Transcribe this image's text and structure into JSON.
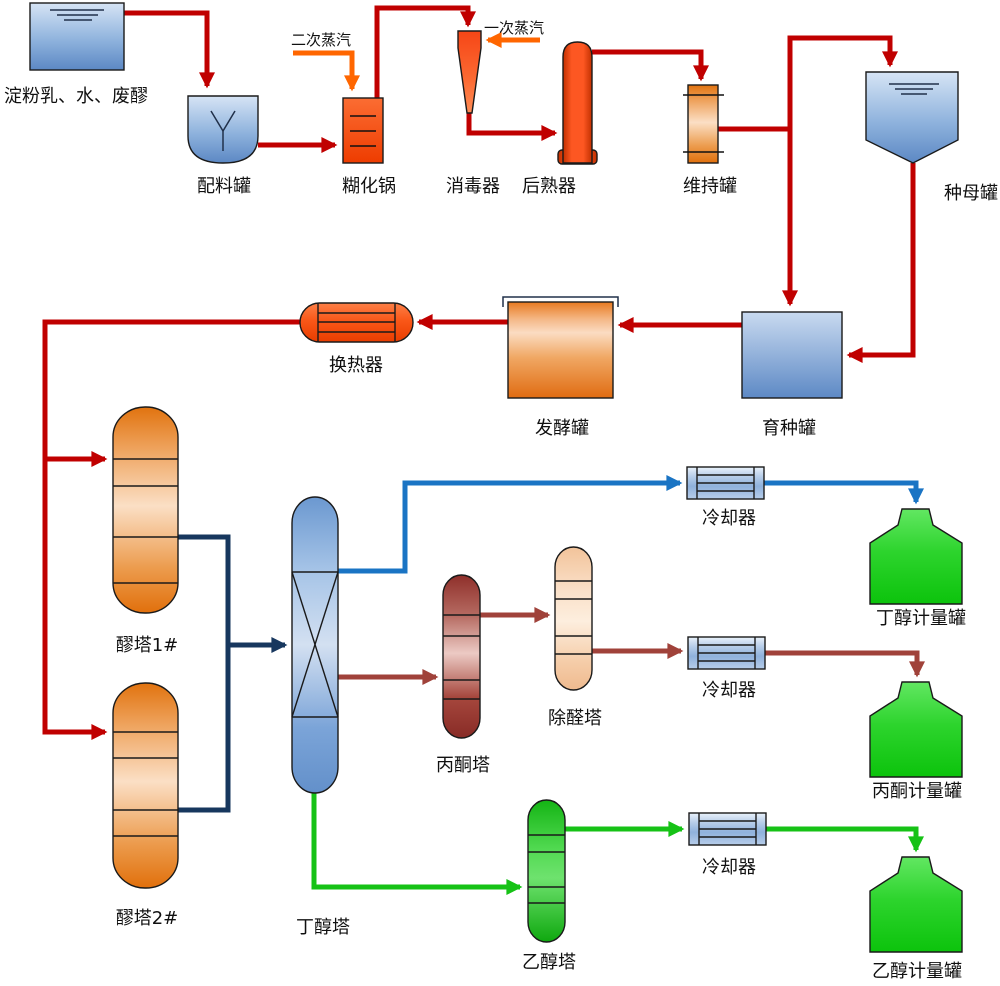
{
  "diagram": {
    "type": "process-flow-diagram",
    "labels": {
      "feed": "淀粉乳、水、废醪",
      "steam_secondary": "二次蒸汽",
      "steam_primary": "一次蒸汽",
      "batching_tank": "配料罐",
      "gelatinization_pot": "糊化锅",
      "sterilizer": "消毒器",
      "after_ripener": "后熟器",
      "holding_tank": "维持罐",
      "seed_mother_tank": "种母罐",
      "heat_exchanger": "换热器",
      "fermenter": "发酵罐",
      "seed_breeding_tank": "育种罐",
      "mash_tower_1": "醪塔1#",
      "mash_tower_2": "醪塔2#",
      "butanol_tower": "丁醇塔",
      "acetone_tower": "丙酮塔",
      "aldehyde_removal_tower": "除醛塔",
      "ethanol_tower": "乙醇塔",
      "cooler_1": "冷却器",
      "cooler_2": "冷却器",
      "cooler_3": "冷却器",
      "butanol_metering_tank": "丁醇计量罐",
      "acetone_metering_tank": "丙酮计量罐",
      "ethanol_metering_tank": "乙醇计量罐"
    },
    "colors": {
      "stream_main_red": "#c00000",
      "stream_steam_orange": "#ff6600",
      "stream_mash_navy": "#17375e",
      "stream_butanol_blue": "#1a74c4",
      "stream_acetone_maroon": "#a0423a",
      "stream_ethanol_green": "#16c216",
      "equipment_orange": "#e8762a",
      "equipment_blue": "#6f9bd2",
      "equipment_maroon": "#93312c",
      "equipment_green": "#2ed32e"
    }
  }
}
